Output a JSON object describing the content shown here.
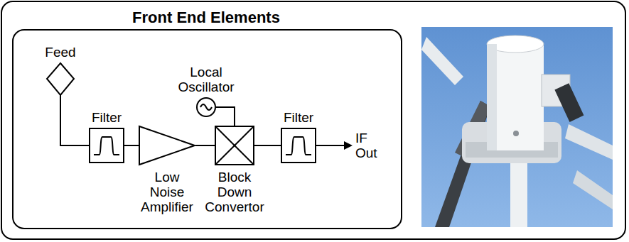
{
  "diagram": {
    "title": "Front End Elements",
    "nodes": [
      {
        "text": [
          "Feed"
        ]
      },
      {
        "text": [
          "Filter"
        ]
      },
      {
        "text": [
          "Local Oscillator"
        ]
      },
      {
        "text": [
          "Low Noise Amplifier"
        ]
      },
      {
        "text": [
          "Block Down Convertor"
        ]
      },
      {
        "text": [
          "Filter"
        ]
      }
    ],
    "edges": [
      {
        "from": 0,
        "to": 1,
        "arrow": "none"
      },
      {
        "from": 1,
        "to": 3,
        "arrow": "none"
      },
      {
        "from": 3,
        "to": 4,
        "arrow": "none"
      },
      {
        "from": 2,
        "to": 4,
        "arrow": "none"
      },
      {
        "from": 4,
        "to": 5,
        "arrow": "none"
      }
    ],
    "labels": [
      "IF Out"
    ]
  }
}
